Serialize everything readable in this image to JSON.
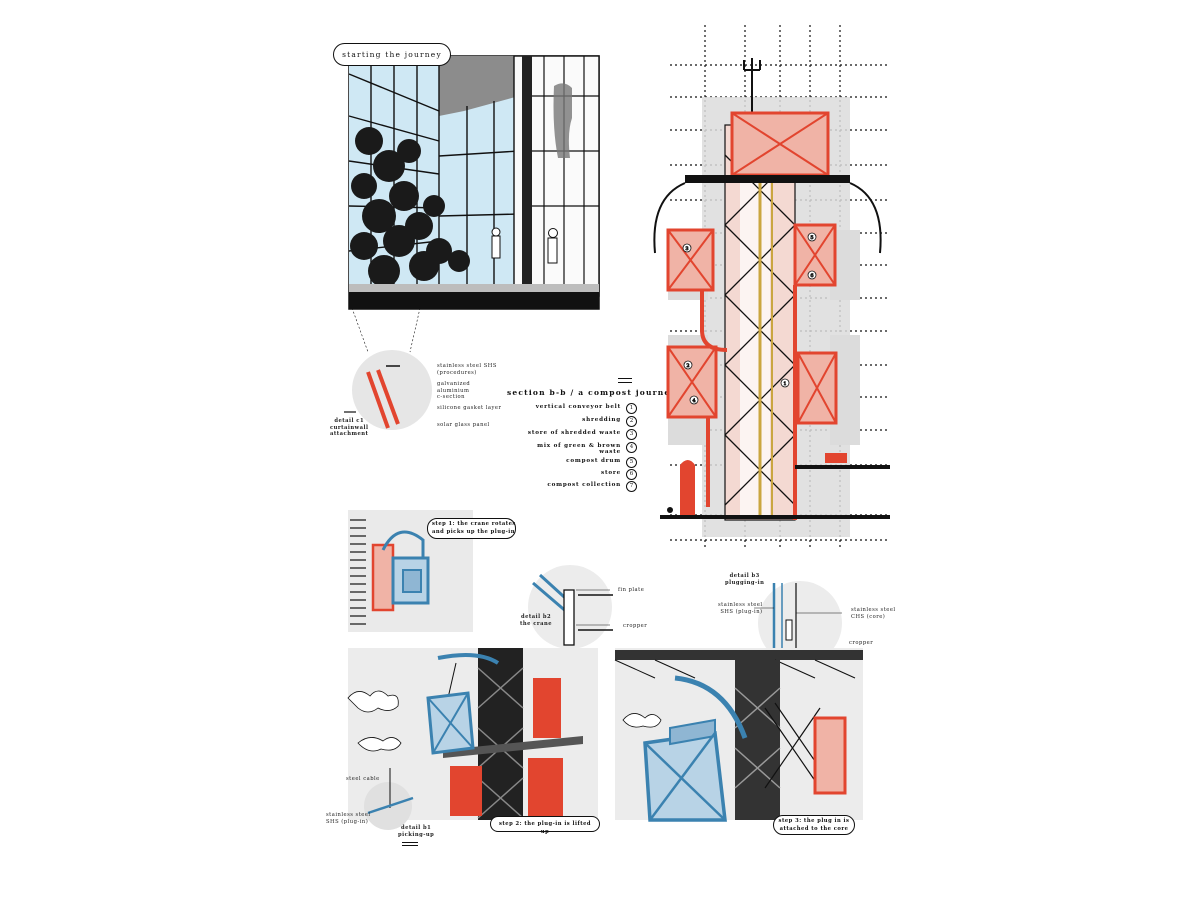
{
  "top_left": {
    "title_pill": "starting the journey"
  },
  "detail_c1": {
    "caption": "detail c1\ncurtainwall\nattachment",
    "callouts": [
      "stainless steel SHS\n(procedures)",
      "galvanized\naluminium\nc-section",
      "silicone gasket layer",
      "solar glass panel"
    ]
  },
  "section": {
    "title": "section b-b / a compost journey",
    "legend": [
      {
        "label": "vertical conveyor belt",
        "num": "1"
      },
      {
        "label": "shredding",
        "num": "2"
      },
      {
        "label": "store of shredded waste",
        "num": "3"
      },
      {
        "label": "mix of green & brown\nwaste",
        "num": "4"
      },
      {
        "label": "compost drum",
        "num": "5"
      },
      {
        "label": "store",
        "num": "6"
      },
      {
        "label": "compost collection",
        "num": "7"
      }
    ],
    "markers": [
      "1",
      "2",
      "3",
      "4",
      "5",
      "6"
    ]
  },
  "steps": {
    "step1": "step 1: the crane rotates\nand picks up the plug-in",
    "step2": "step 2: the plug-in is lifted up",
    "step3": "step 3: the plug in is\nattached to the core"
  },
  "detail_b2": {
    "caption": "detail b2\nthe crane",
    "callouts": [
      "fin plate",
      "cropper"
    ]
  },
  "detail_b3": {
    "caption": "detail b3\nplugging-in",
    "callouts": [
      "stainless steel\nSHS (plug-in)",
      "stainless steel\nCHS (core)",
      "cropper"
    ]
  },
  "detail_b1": {
    "caption": "detail b1\npicking-up",
    "callouts": [
      "steel cable",
      "stainless steel\nSHS (plug-in)"
    ]
  },
  "colors": {
    "red": "#e2452f",
    "blue": "#3b82b0",
    "grey": "#e6e6e6",
    "ink": "#111111"
  }
}
